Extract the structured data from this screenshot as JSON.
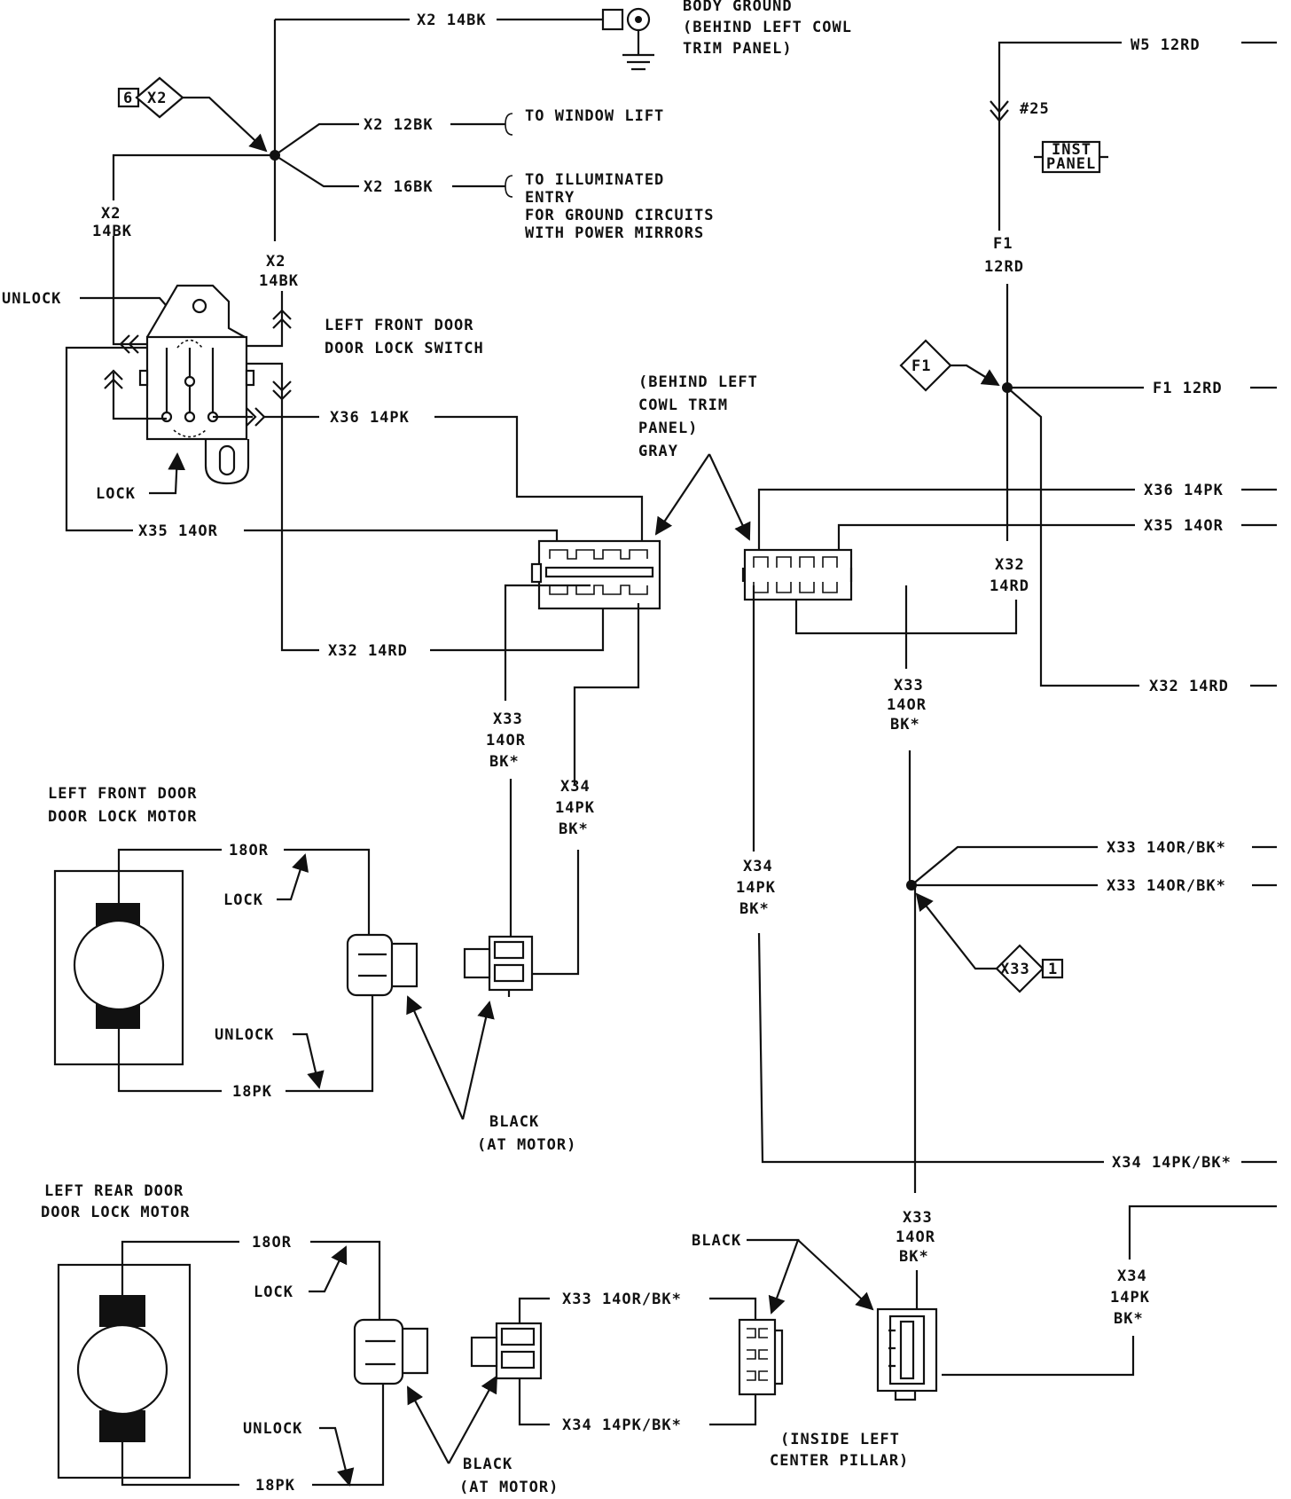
{
  "body_ground": {
    "wire": "X2 14BK",
    "label_1": "BODY GROUND",
    "label_2": "(BEHIND LEFT COWL",
    "label_3": "TRIM PANEL)"
  },
  "splice_x2": {
    "ref": "6",
    "id": "X2",
    "window_wire": "X2 12BK",
    "window_dest": "TO WINDOW LIFT",
    "illum_wire": "X2 16BK",
    "illum_1": "TO ILLUMINATED",
    "illum_2": "ENTRY",
    "illum_3": "FOR GROUND CIRCUITS",
    "illum_4": "WITH POWER MIRRORS",
    "left_wire_1": "X2",
    "left_wire_2": "14BK",
    "mid_wire_1": "X2",
    "mid_wire_2": "14BK"
  },
  "power_feed": {
    "top_wire": "W5 12RD",
    "fuse": "#25",
    "inst_1": "INST",
    "inst_2": "PANEL",
    "f1_1": "F1",
    "f1_2": "12RD",
    "splice_id": "F1",
    "f1_out": "F1 12RD"
  },
  "door_switch": {
    "unlock": "UNLOCK",
    "lock": "LOCK",
    "title_1": "LEFT FRONT DOOR",
    "title_2": "DOOR LOCK SWITCH",
    "x36": "X36 14PK",
    "x35": "X35 14OR",
    "x32": "X32 14RD"
  },
  "cowl_connector": {
    "label_1": "(BEHIND LEFT",
    "label_2": "COWL TRIM",
    "label_3": "PANEL)",
    "label_4": "GRAY"
  },
  "right_wires": {
    "x36": "X36 14PK",
    "x35": "X35 14OR",
    "x32a_1": "X32",
    "x32a_2": "14RD",
    "x32": "X32 14RD",
    "x33a_1": "X33",
    "x33a_2": "14OR",
    "x33a_3": "BK*",
    "x34a_1": "X34",
    "x34a_2": "14PK",
    "x34a_3": "BK*",
    "x33_out1": "X33 14OR/BK*",
    "x33_out2": "X33 14OR/BK*",
    "splice_x33": "X33",
    "splice_x33_ref": "1",
    "x34_out": "X34 14PK/BK*",
    "x33b_1": "X33",
    "x33b_2": "14OR",
    "x33b_3": "BK*",
    "x34b_1": "X34",
    "x34b_2": "14PK",
    "x34b_3": "BK*"
  },
  "mid_wires": {
    "x33_1": "X33",
    "x33_2": "14OR",
    "x33_3": "BK*",
    "x34_1": "X34",
    "x34_2": "14PK",
    "x34_3": "BK*"
  },
  "front_motor": {
    "title_1": "LEFT FRONT DOOR",
    "title_2": "DOOR LOCK MOTOR",
    "or_wire": "18OR",
    "lock": "LOCK",
    "unlock": "UNLOCK",
    "pk_wire": "18PK",
    "black": "BLACK",
    "at_motor": "(AT MOTOR)"
  },
  "rear_motor": {
    "title_1": "LEFT REAR DOOR",
    "title_2": "DOOR LOCK MOTOR",
    "or_wire": "18OR",
    "lock": "LOCK",
    "unlock": "UNLOCK",
    "pk_wire": "18PK",
    "x33": "X33 14OR/BK*",
    "x34": "X34 14PK/BK*",
    "black": "BLACK",
    "at_motor": "(AT MOTOR)",
    "black2": "BLACK",
    "pillar_1": "(INSIDE LEFT",
    "pillar_2": "CENTER PILLAR)"
  }
}
